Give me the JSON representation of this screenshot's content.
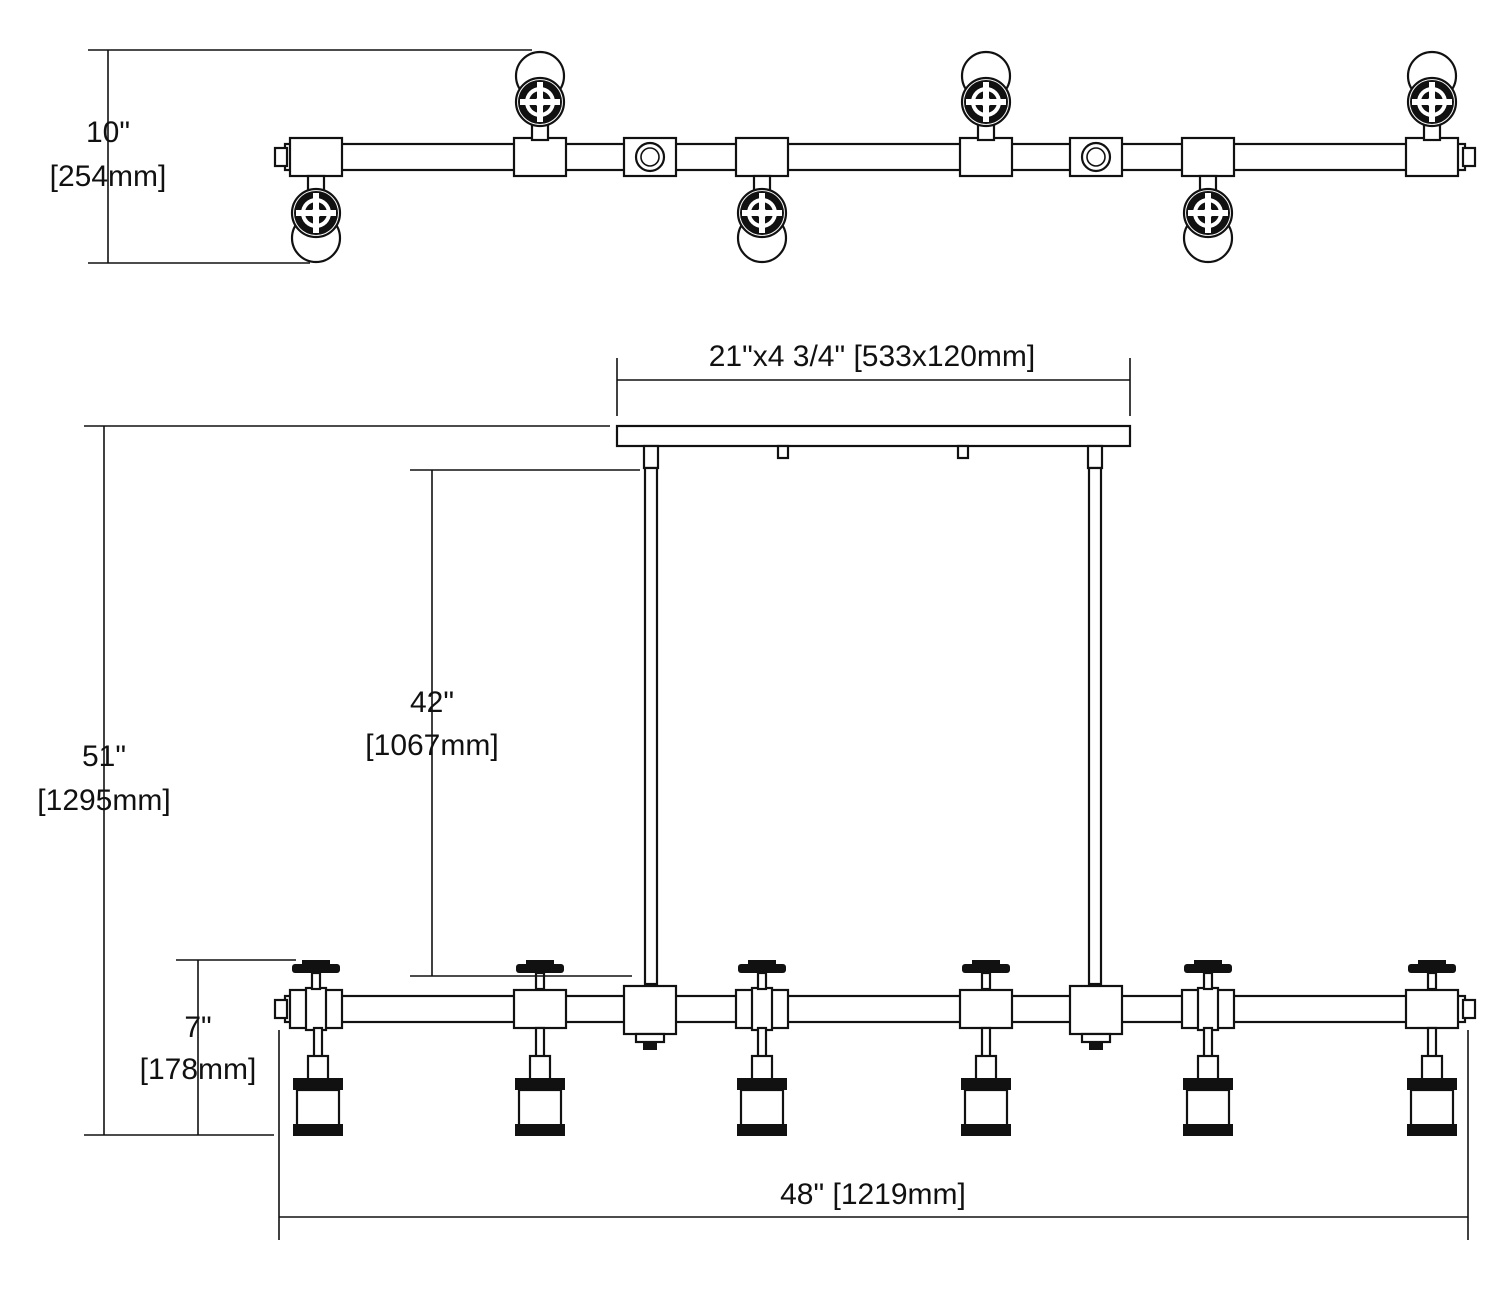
{
  "dimensions": {
    "top_view_depth": {
      "imperial": "10\"",
      "metric": "[254mm]"
    },
    "canopy": {
      "label": "21\"x4 3/4\" [533x120mm]"
    },
    "overall_height": {
      "imperial": "51\"",
      "metric": "[1295mm]"
    },
    "rod_length": {
      "imperial": "42\"",
      "metric": "[1067mm]"
    },
    "fixture_height": {
      "imperial": "7\"",
      "metric": "[178mm]"
    },
    "overall_width": {
      "label": "48\" [1219mm]"
    }
  },
  "fixture": {
    "light_count": 6,
    "valve_handle_count": 6
  },
  "colors": {
    "line": "#111111",
    "background": "#ffffff"
  }
}
